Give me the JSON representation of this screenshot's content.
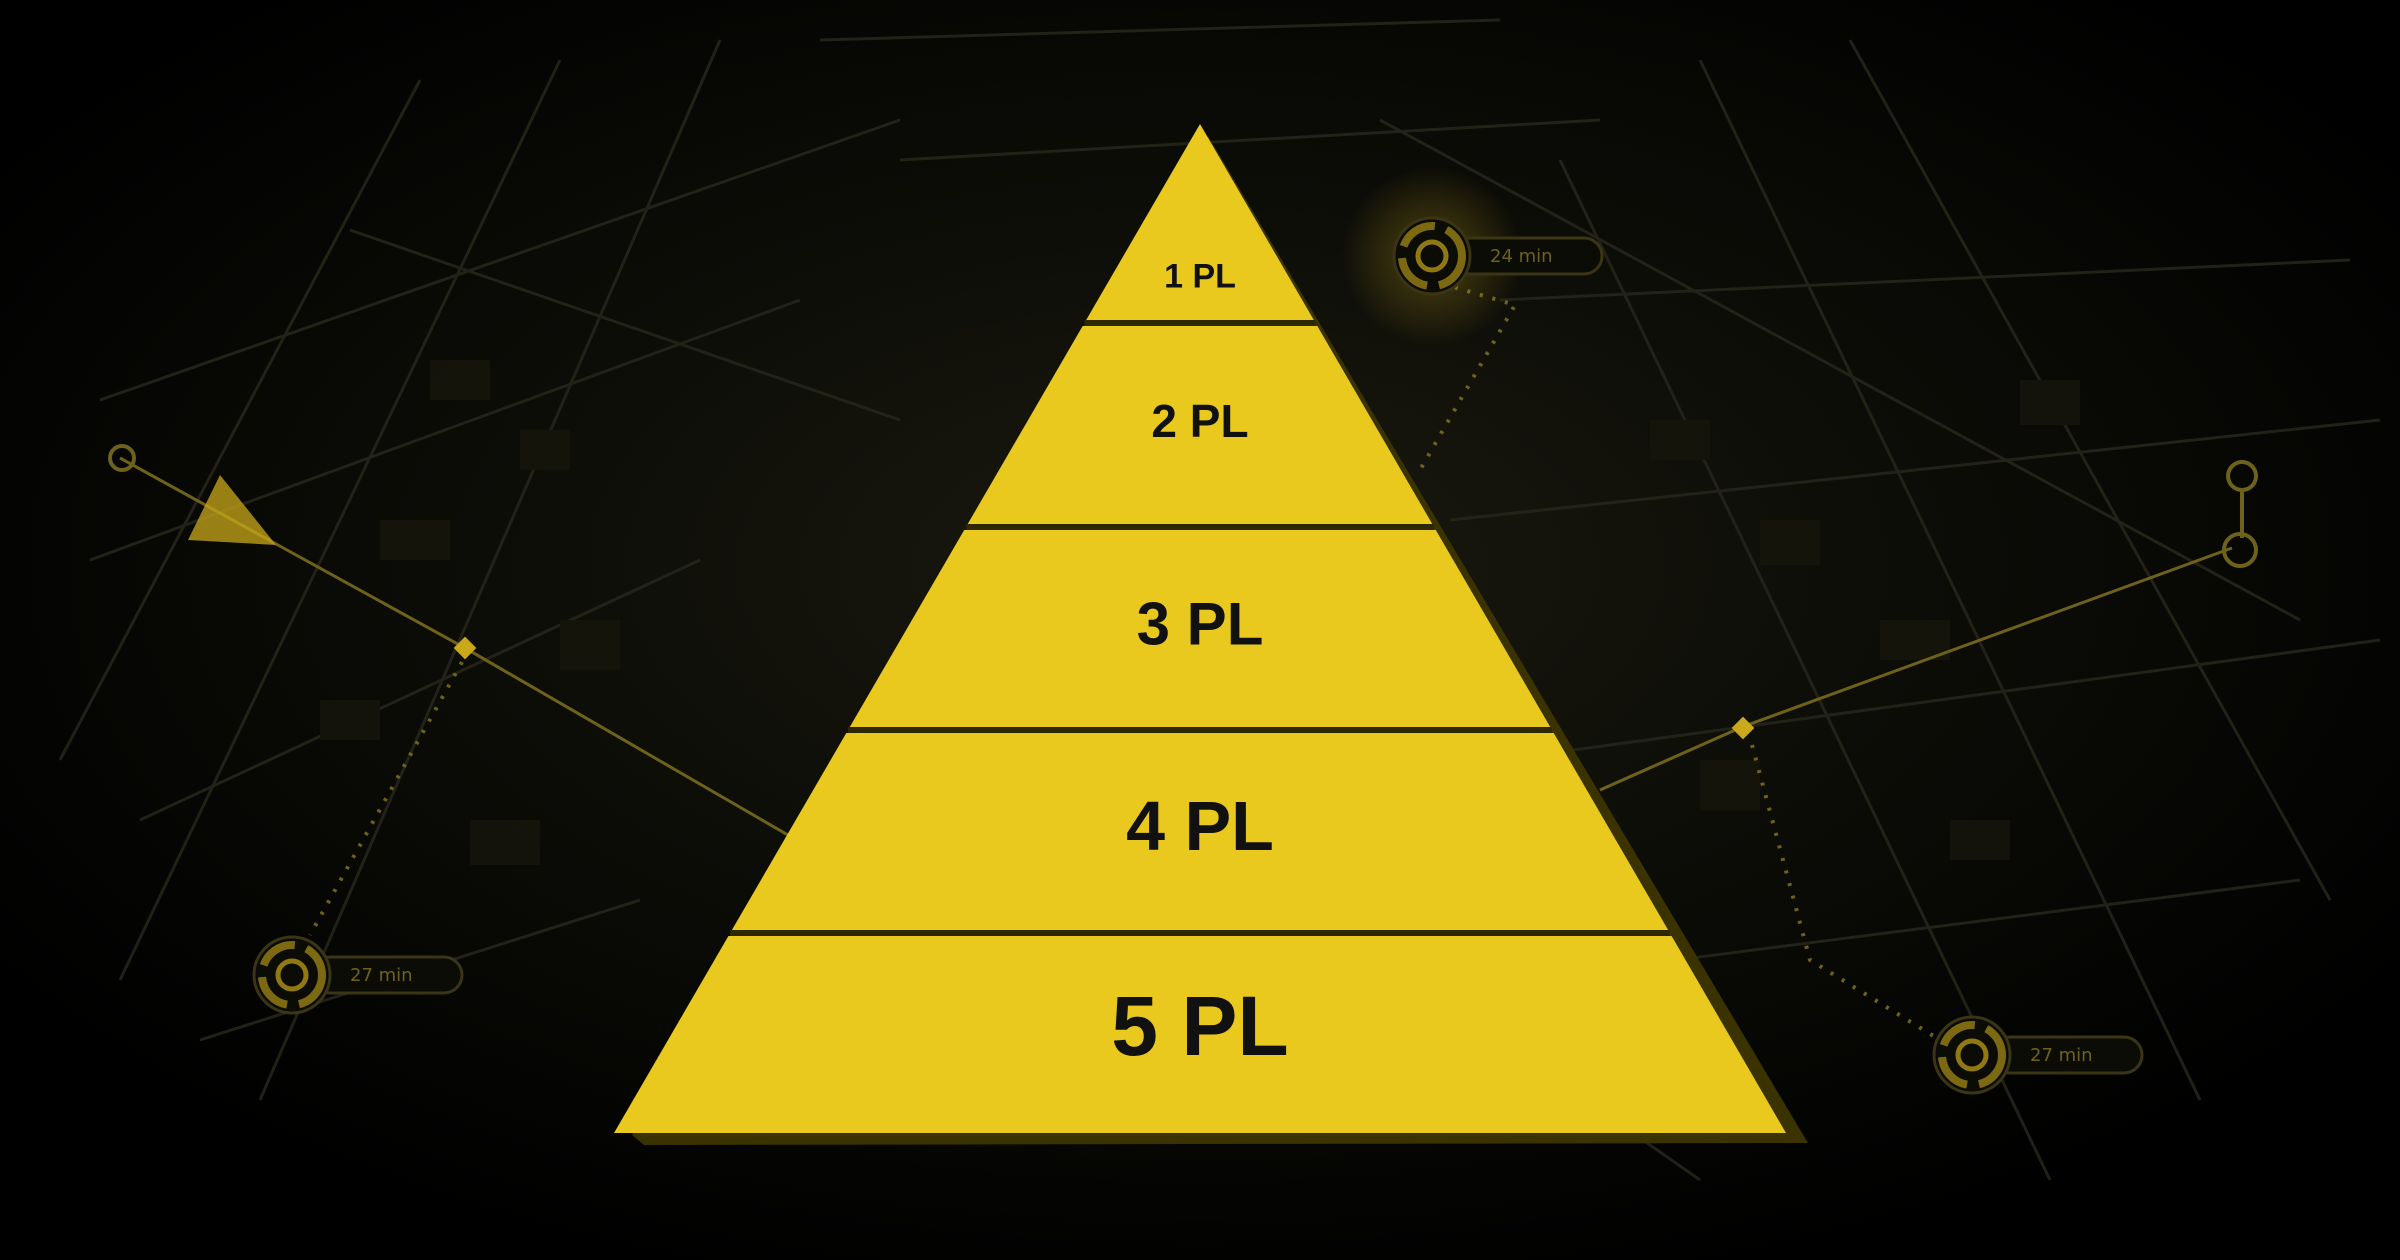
{
  "colors": {
    "background": "#000000",
    "pyramid": "#e9c91e",
    "pyramid_shadow": "#3a3300",
    "level_divider": "#1a1a0a",
    "label": "#111111",
    "map_lines": "#2a2a1a",
    "route": "#6e621a",
    "route_accent": "#c9a81a"
  },
  "pyramid": {
    "levels": [
      {
        "label": "1 PL"
      },
      {
        "label": "2 PL"
      },
      {
        "label": "3 PL"
      },
      {
        "label": "4 PL"
      },
      {
        "label": "5 PL"
      }
    ]
  },
  "map_overlay": {
    "markers": [
      {
        "name": "marker-top",
        "time": "24 min"
      },
      {
        "name": "marker-left",
        "time": "27 min"
      },
      {
        "name": "marker-right",
        "time": "27 min"
      }
    ]
  }
}
